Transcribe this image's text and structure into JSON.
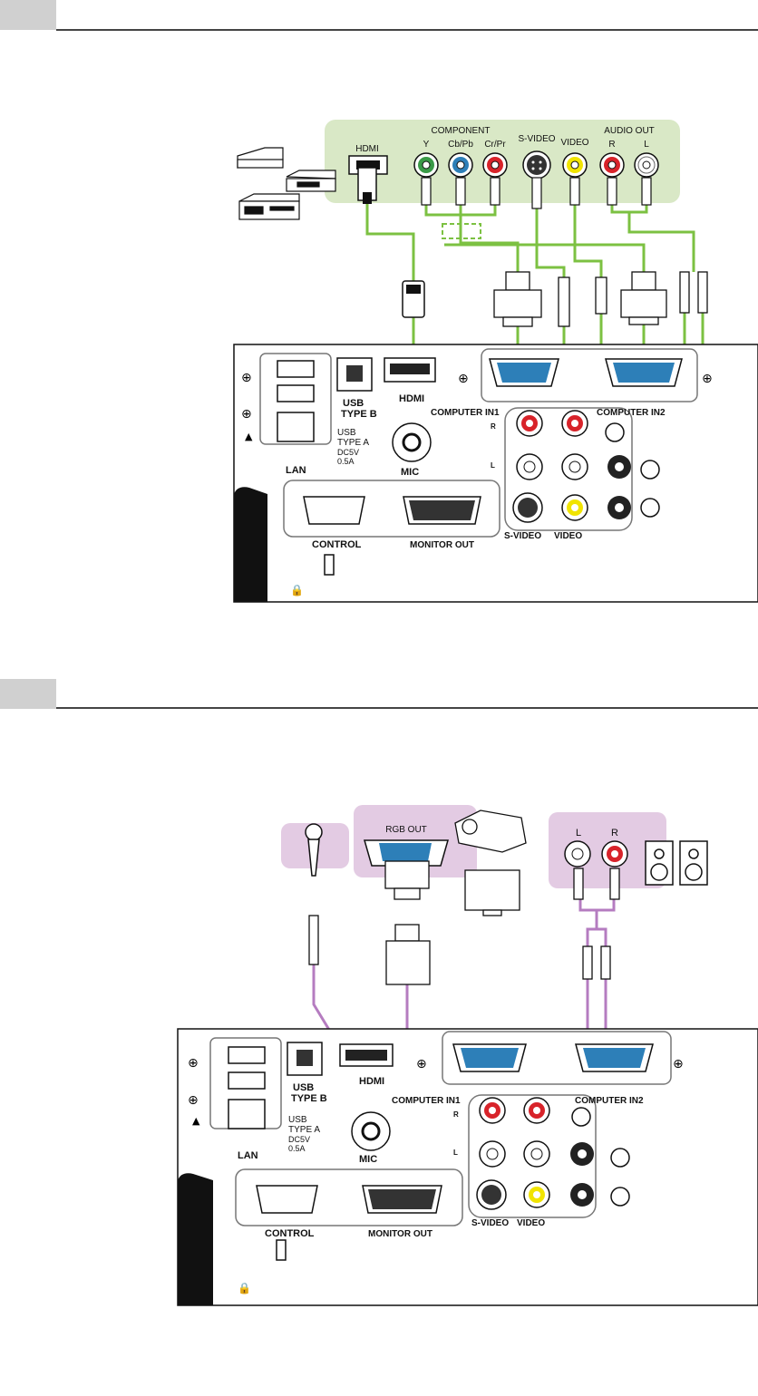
{
  "source_panel": {
    "component": "COMPONENT",
    "y": "Y",
    "cbpb": "Cb/Pb",
    "crpr": "Cr/Pr",
    "svideo": "S-VIDEO",
    "video": "VIDEO",
    "audio_out": "AUDIO OUT",
    "r": "R",
    "l": "L",
    "hdmi": "HDMI"
  },
  "output_panel": {
    "rgb_out": "RGB OUT",
    "l": "L",
    "r": "R"
  },
  "projector_panel": {
    "lan": "LAN",
    "usb_b_1": "USB",
    "usb_b_2": "TYPE B",
    "usb_a_1": "USB",
    "usb_a_2": "TYPE A",
    "usb_a_3": "DC5V",
    "usb_a_4": "0.5A",
    "hdmi": "HDMI",
    "mic": "MIC",
    "computer_in1": "COMPUTER IN1",
    "computer_in2": "COMPUTER IN2",
    "r": "R",
    "l": "L",
    "control": "CONTROL",
    "monitor_out": "MONITOR OUT",
    "svideo": "S-VIDEO",
    "video": "VIDEO"
  },
  "colors": {
    "input_cable": "#7cc142",
    "input_panel_bg": "#d9e8c6",
    "output_cable": "#b57cc0",
    "output_panel_bg": "#e3cbe3",
    "port_blue": "#2d7fb8",
    "port_red": "#d8232a",
    "port_green": "#3a9a47",
    "port_yellow": "#f1e400"
  }
}
